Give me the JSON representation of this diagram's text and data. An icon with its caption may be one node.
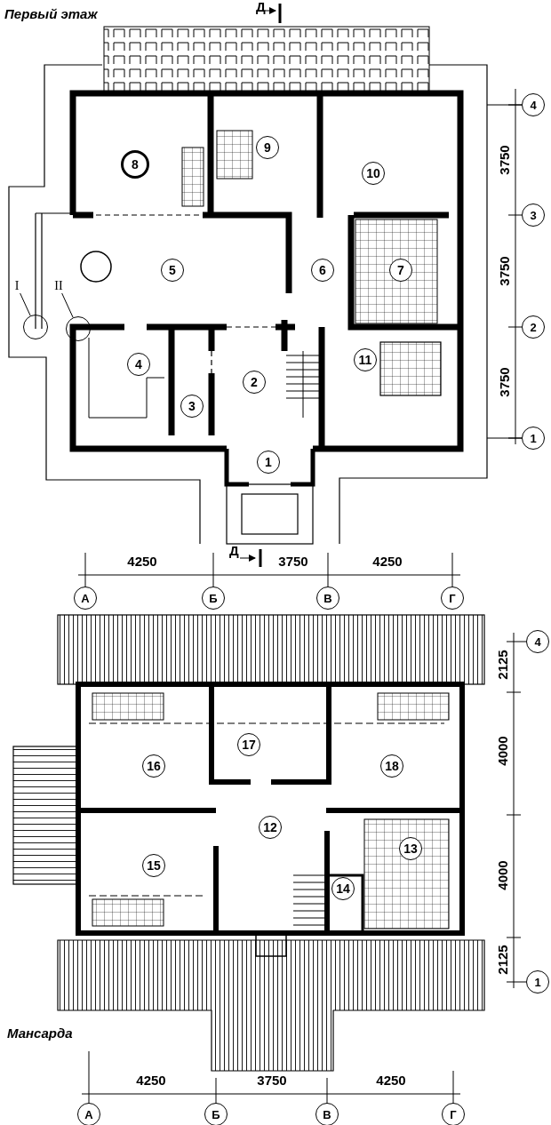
{
  "diagram": {
    "nodes": [
      {
        "text": [
          "I"
        ]
      },
      {
        "text": [],
        "shape": "circle"
      },
      {
        "text": [
          "II"
        ]
      },
      {
        "text": [],
        "shape": "circle"
      }
    ],
    "edges": [
      {
        "from": 0,
        "to": 1,
        "arrow": "none"
      },
      {
        "from": 2,
        "to": 3,
        "arrow": "none"
      }
    ],
    "labels": [
      "Первый этаж",
      "Д",
      "4",
      "3750",
      "3",
      "8",
      "9",
      "10",
      "5",
      "6",
      "7",
      "3750",
      "2",
      "4",
      "11",
      "3",
      "2",
      "3750",
      "1",
      "1",
      "Д",
      "4250",
      "3750",
      "4250",
      "А",
      "Б",
      "В",
      "Г",
      "4",
      "2125",
      "17",
      "16",
      "18",
      "4000",
      "12",
      "13",
      "15",
      "14",
      "4000",
      "2125",
      "1",
      "Мансарда",
      "4250",
      "3750",
      "4250",
      "А",
      "Б",
      "В",
      "Г"
    ]
  }
}
